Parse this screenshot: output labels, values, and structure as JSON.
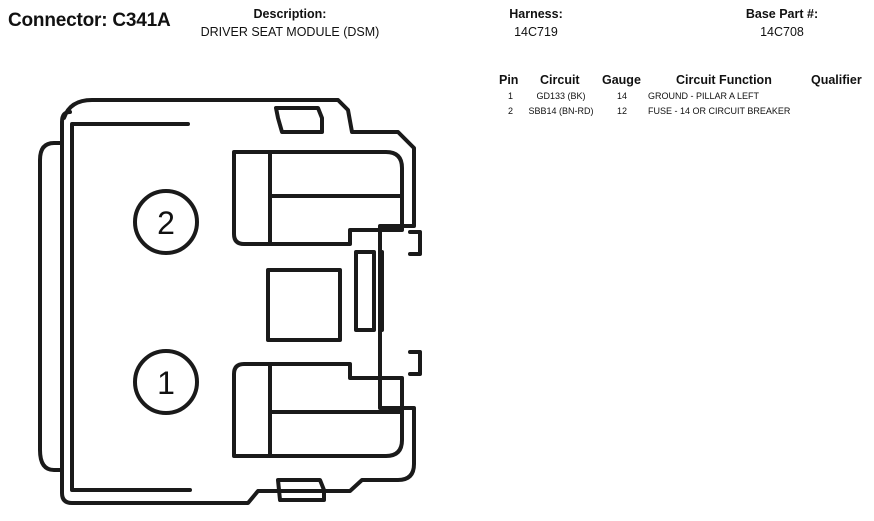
{
  "connector": {
    "title": "Connector: C341A"
  },
  "header": {
    "description_label": "Description:",
    "description_value": "DRIVER SEAT MODULE (DSM)",
    "harness_label": "Harness:",
    "harness_value": "14C719",
    "base_part_label": "Base Part #:",
    "base_part_value": "14C708"
  },
  "pin_table": {
    "columns": [
      "Pin",
      "Circuit",
      "Gauge",
      "Circuit Function",
      "Qualifier"
    ],
    "rows": [
      {
        "pin": "1",
        "circuit": "GD133 (BK)",
        "gauge": "14",
        "function": "GROUND - PILLAR A LEFT",
        "qualifier": ""
      },
      {
        "pin": "2",
        "circuit": "SBB14 (BN-RD)",
        "gauge": "12",
        "function": "FUSE - 14 OR CIRCUIT BREAKER",
        "qualifier": ""
      }
    ]
  },
  "diagram": {
    "pin_labels": [
      "1",
      "2"
    ],
    "line_color": "#1a1a1a"
  }
}
